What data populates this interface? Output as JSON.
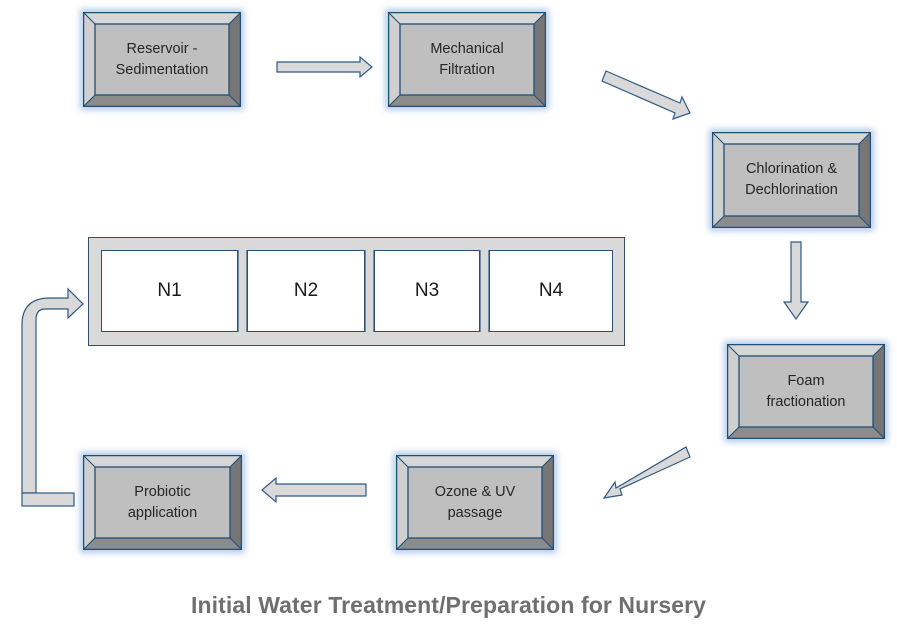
{
  "title": "Initial Water Treatment/Preparation for Nursery",
  "colors": {
    "bevel_top": "#d6d6d6",
    "bevel_left": "#cfcfcf",
    "bevel_right": "#767676",
    "bevel_bottom": "#8c8c8c",
    "face": "#bfbfbf",
    "outline": "#1f4e79",
    "arrow_fill": "#d9d9d9",
    "arrow_stroke": "#2f5a85",
    "glow": "#7aa5d8",
    "caption": "#6f6f6f"
  },
  "steps": [
    {
      "id": "reservoir",
      "label": "Reservoir -\nSedimentation"
    },
    {
      "id": "mechanical",
      "label": "Mechanical\nFiltration"
    },
    {
      "id": "chlorination",
      "label": "Chlorination &\nDechlorination"
    },
    {
      "id": "foam",
      "label": "Foam\nfractionation"
    },
    {
      "id": "ozone",
      "label": "Ozone & UV\npassage"
    },
    {
      "id": "probiotic",
      "label": "Probiotic\napplication"
    }
  ],
  "nursery": {
    "tanks": [
      "N1",
      "N2",
      "N3",
      "N4"
    ]
  },
  "flow": [
    "reservoir -> mechanical",
    "mechanical -> chlorination",
    "chlorination -> foam",
    "foam -> ozone",
    "ozone -> probiotic",
    "probiotic -> nursery"
  ]
}
